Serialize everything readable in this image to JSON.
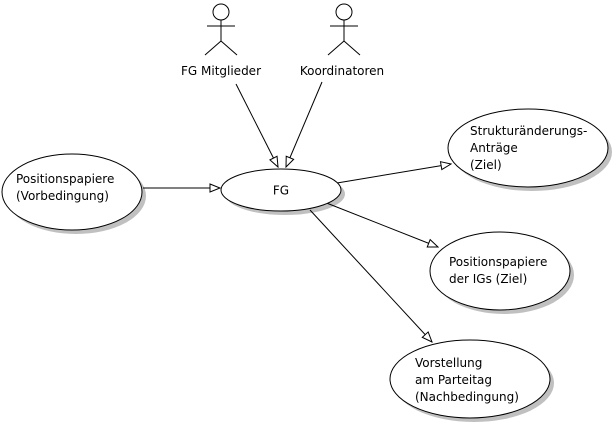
{
  "diagram": {
    "type": "uml-use-case-diagram",
    "colors": {
      "background": "#ffffff",
      "stroke": "#000000",
      "shape_fill": "#ffffff",
      "shadow": "#c0c0c0"
    },
    "actors": [
      {
        "label": "FG Mitglieder"
      },
      {
        "label": "Koordinatoren"
      }
    ],
    "nodes": {
      "precondition": {
        "label": "Positionspapiere\n(Vorbedingung)"
      },
      "fg": {
        "label": "FG"
      },
      "goal_struktur": {
        "label": "Strukturänderungs-\nAnträge\n(Ziel)"
      },
      "goal_positionspapiere": {
        "label": "Positionspapiere\nder IGs (Ziel)"
      },
      "postcondition": {
        "label": "Vorstellung\nam Parteitag\n(Nachbedingung)"
      }
    },
    "edges": [
      {
        "name": "fg-mitglieder-to-fg"
      },
      {
        "name": "koordinatoren-to-fg"
      },
      {
        "name": "precondition-to-fg"
      },
      {
        "name": "fg-to-goal-struktur"
      },
      {
        "name": "fg-to-goal-positionspapiere"
      },
      {
        "name": "fg-to-postcondition"
      }
    ]
  }
}
